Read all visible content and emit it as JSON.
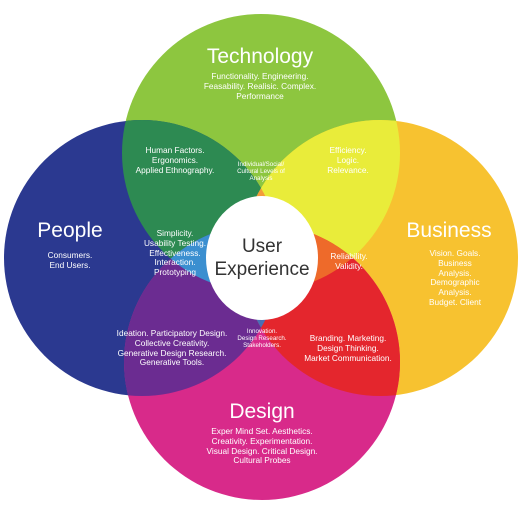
{
  "colors": {
    "technology": "#8dc63f",
    "people": "#2b3990",
    "business": "#f7c230",
    "design": "#d82a8a",
    "tech_people": "#2d8a52",
    "tech_business": "#e9ec3a",
    "people_design": "#6b2c91",
    "business_design": "#e4262d",
    "people_center": "#3b8fd0",
    "business_center": "#ee6a2a",
    "tech_center": "#f39c3a",
    "design_center": "#4a6fb5",
    "center": "#ffffff"
  },
  "labels": {
    "technology": {
      "title": "Technology",
      "desc": "Functionality. Engineering.\nFeasability. Realisic. Complex.\nPerformance"
    },
    "people": {
      "title": "People",
      "desc": "Consumers.\nEnd Users."
    },
    "business": {
      "title": "Business",
      "desc": "Vision. Goals.\nBusiness Analysis.\nDemographic Analysis.\nBudget. Client"
    },
    "design": {
      "title": "Design",
      "desc": "Exper Mind Set. Aesthetics.\nCreativity. Experimentation.\nVisual Design.  Critical Design.\nCultural Probes"
    },
    "tech_people": "Human Factors.\nErgonomics.\nApplied Ethnography.",
    "tech_business": "Efficiency.\nLogic.\nRelevance.",
    "people_design": "Ideation. Participatory Design.\nCollective Creativity.\nGenerative Design Research.\nGenerative Tools.",
    "business_design": "Branding. Marketing.\nDesign Thinking.\nMarket Communication.",
    "people_center": "Simplicity.\nUsability Testing.\nEffectiveness.\nInteraction.\nPrototyping",
    "business_center": "Reliability.\nValidity.",
    "tech_center": "Individual/Social/\nCultural Levels of\nAnalysis",
    "design_center": "Innovation.\nDesign Research.\nStakeholders.",
    "center": "User\nExperience"
  }
}
